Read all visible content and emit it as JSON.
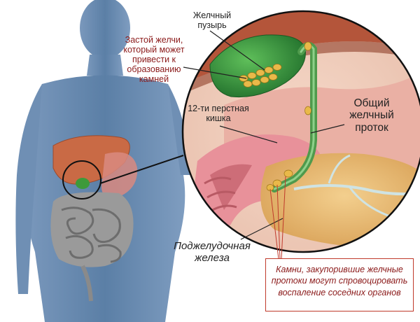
{
  "labels": {
    "gallbladder": [
      "Желчный",
      "пузырь"
    ],
    "bile_stasis": [
      "Застой желчи,",
      "который может",
      "привести к",
      "образованию",
      "камней"
    ],
    "duodenum": [
      "12-ти перстная",
      "кишка"
    ],
    "common_bile_duct": [
      "Общий",
      "желчный",
      "проток"
    ],
    "pancreas": [
      "Поджелудочная",
      "железа"
    ],
    "stones_callout": [
      "Камни, закупорившие желчные",
      "протоки могут спровоцировать",
      "воспаление соседних органов"
    ]
  },
  "colors": {
    "body_silhouette": "#5b7fa6",
    "liver": "#c96a45",
    "gallbladder": "#2f8f3a",
    "intestine": "#8a8a8a",
    "pancreas": "#e6b46a",
    "duodenum": "#e8919a",
    "callout_border": "#c0392b",
    "red_text": "#8b1a1a"
  },
  "icons": {
    "human_silhouette": "human-torso-silhouette",
    "magnifier_circle": "zoom-circle"
  }
}
